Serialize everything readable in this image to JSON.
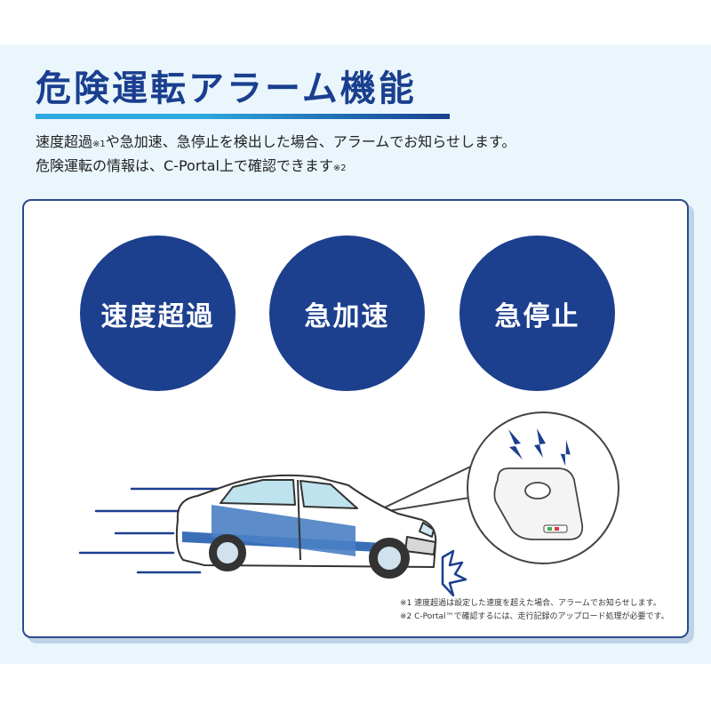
{
  "heading": {
    "title": "危険運転アラーム機能"
  },
  "description": {
    "line1_a": "速度超過",
    "line1_ref": "※1",
    "line1_b": "や急加速、急停止を検出した場合、アラームでお知らせします。",
    "line2_a": "危険運転の情報は、C-Portal上で確認できます",
    "line2_ref": "※2"
  },
  "features": {
    "items": [
      {
        "label": "速度超過"
      },
      {
        "label": "急加速"
      },
      {
        "label": "急停止"
      }
    ]
  },
  "footnotes": {
    "note1": "※1 速度超過は設定した速度を超えた場合、アラームでお知らせします。",
    "note2": "※2 C-Portal™で確認するには、走行記録のアップロード処理が必要です。"
  },
  "colors": {
    "primary": "#1c3f8e",
    "accent": "#2aa9e0",
    "background": "#eaf6fc"
  },
  "icons": [
    "speed-lines",
    "car-illustration",
    "alarm-device",
    "lightning-bolt-icon",
    "impact-burst-icon"
  ]
}
